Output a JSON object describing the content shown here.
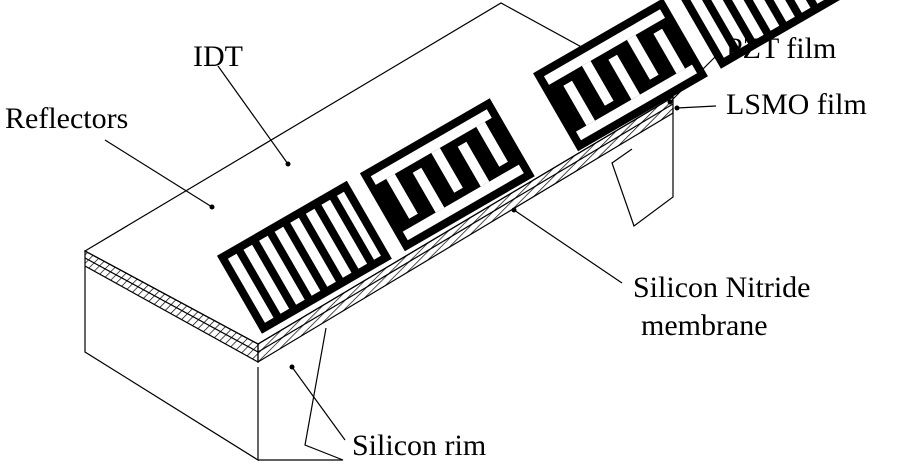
{
  "labels": {
    "idt": "IDT",
    "reflectors": "Reflectors",
    "pzt_film": "PZT film",
    "lsmo_film": "LSMO film",
    "silicon_nitride_line1": "Silicon Nitride",
    "silicon_nitride_line2": "membrane",
    "silicon_rim": "Silicon rim"
  },
  "colors": {
    "ink": "#000000",
    "background": "#ffffff"
  }
}
